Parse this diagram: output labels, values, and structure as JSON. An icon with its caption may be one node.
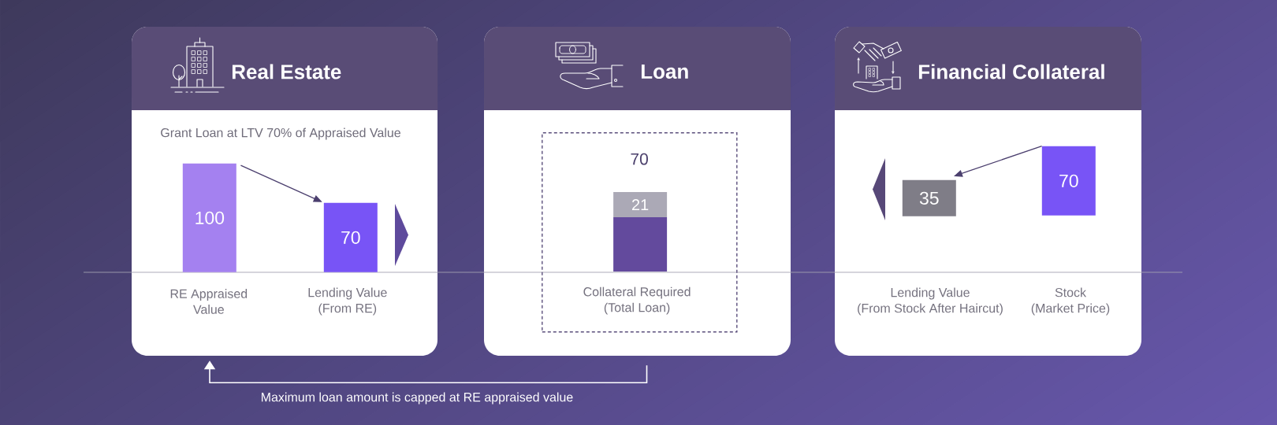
{
  "diagram": {
    "nodes": [
      {
        "text": [
          "Real Estate",
          "Grant Loan at LTV 70% of Appraised Value"
        ]
      },
      {
        "text": [
          "100"
        ],
        "in": 0,
        "beside": [
          "RE Appraised Value"
        ]
      },
      {
        "text": [
          "70"
        ],
        "in": 0,
        "beside": [
          "Lending Value (From RE)"
        ]
      },
      {
        "text": [
          "Loan"
        ]
      },
      {
        "text": [
          "70",
          "Collateral Required (Total Loan)"
        ],
        "in": 3
      },
      {
        "text": [
          "21"
        ],
        "in": 4
      },
      {
        "text": [],
        "shape": "bar",
        "in": 4
      },
      {
        "text": [
          "Financial Collateral"
        ]
      },
      {
        "text": [
          "35"
        ],
        "in": 7
      },
      {
        "text": [
          "70"
        ],
        "in": 7
      }
    ],
    "edges": [
      {
        "from": 1,
        "to": 2,
        "arrow": "to"
      },
      {
        "from": 9,
        "to": 8,
        "arrow": "to"
      },
      {
        "from": 3,
        "to": 0,
        "arrow": "to",
        "label": "Maximum loan amount is capped at RE appraised value",
        "color": "#ffffff"
      }
    ],
    "labels": [
      "Lending Value (From Stock After Haircut)",
      "Stock (Market Price)"
    ]
  }
}
